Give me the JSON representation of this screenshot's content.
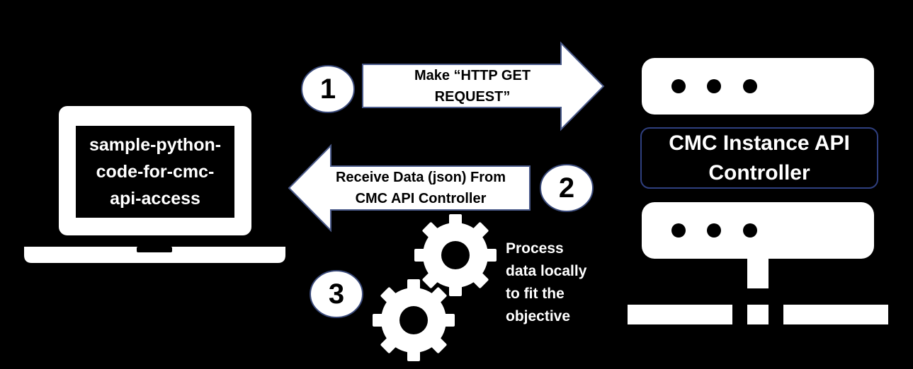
{
  "laptop": {
    "lines": [
      "sample-python-",
      "code-for-cmc-",
      "api-access"
    ]
  },
  "steps": [
    {
      "number": "1",
      "lines": [
        "Make “HTTP GET",
        "REQUEST”"
      ]
    },
    {
      "number": "2",
      "lines": [
        "Receive Data (json) From",
        "CMC API Controller"
      ]
    },
    {
      "number": "3",
      "lines": [
        "Process",
        "data locally",
        "to fit the",
        "objective"
      ]
    }
  ],
  "controller": {
    "lines": [
      "CMC Instance API",
      "Controller"
    ]
  },
  "colors": {
    "background": "#000000",
    "foreground": "#ffffff",
    "controller_border": "#2f3f7f",
    "arrow_border": "#4a5a8a"
  }
}
